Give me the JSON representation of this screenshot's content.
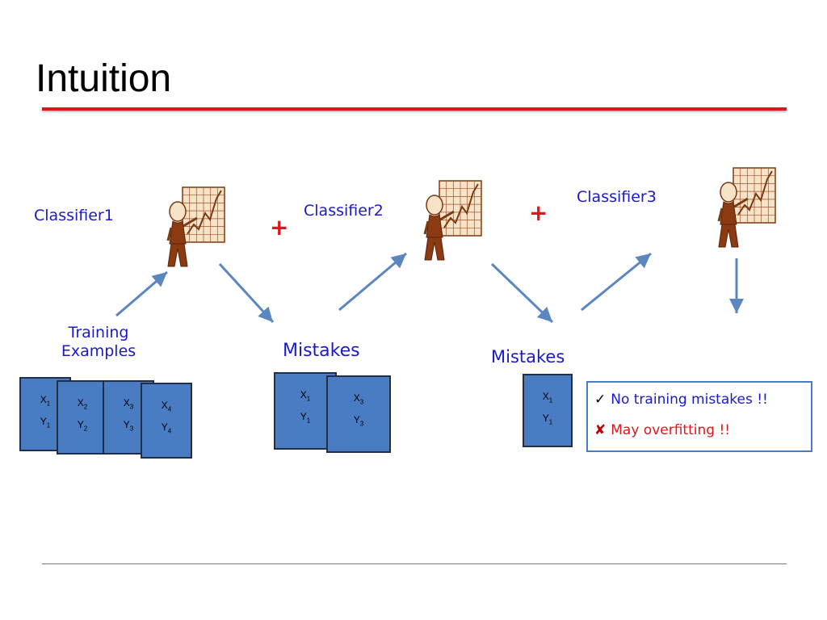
{
  "slide": {
    "title": "Intuition"
  },
  "classifiers": [
    {
      "label": "Classifier1"
    },
    {
      "label": "Classifier2"
    },
    {
      "label": "Classifier3"
    }
  ],
  "plus_signs": [
    "+",
    "+"
  ],
  "training_examples": {
    "label_line1": "Training",
    "label_line2": "Examples",
    "cards": [
      {
        "x": "X",
        "x_sub": "1",
        "y": "Y",
        "y_sub": "1"
      },
      {
        "x": "X",
        "x_sub": "2",
        "y": "Y",
        "y_sub": "2"
      },
      {
        "x": "X",
        "x_sub": "3",
        "y": "Y",
        "y_sub": "3"
      },
      {
        "x": "X",
        "x_sub": "4",
        "y": "Y",
        "y_sub": "4"
      }
    ]
  },
  "mistakes_1": {
    "label": "Mistakes",
    "cards": [
      {
        "x": "X",
        "x_sub": "1",
        "y": "Y",
        "y_sub": "1"
      },
      {
        "x": "X",
        "x_sub": "3",
        "y": "Y",
        "y_sub": "3"
      }
    ]
  },
  "mistakes_2": {
    "label": "Mistakes",
    "cards": [
      {
        "x": "X",
        "x_sub": "1",
        "y": "Y",
        "y_sub": "1"
      }
    ]
  },
  "result": {
    "good_mark": "✓",
    "good_text": "No training mistakes !!",
    "bad_mark": "✘",
    "bad_text": "May overfitting !!"
  },
  "colors": {
    "title_rule": "#e0161b",
    "label_blue": "#1a1ac8",
    "card_fill": "#4a7cc4",
    "arrow": "#5b86c0",
    "plus": "#e0161b"
  }
}
